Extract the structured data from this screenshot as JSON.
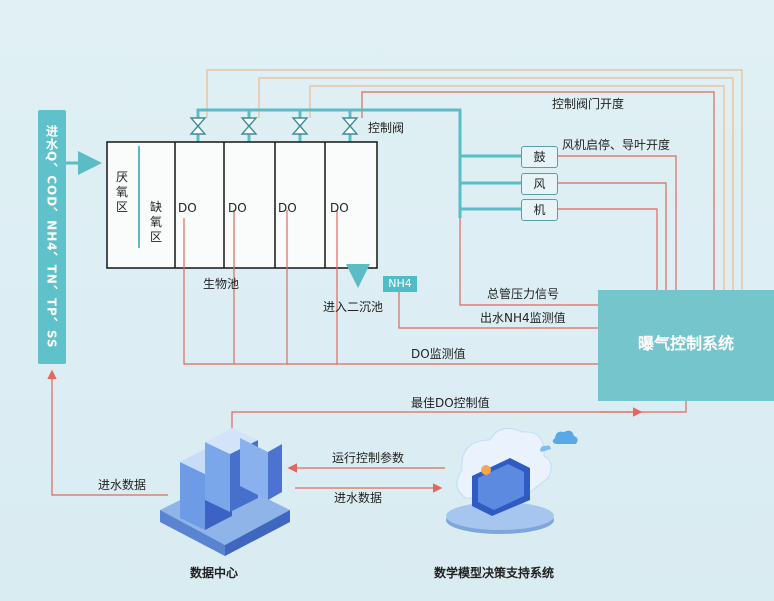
{
  "inflow_params": "进水Q、COD、NH4、TN、TP、SS",
  "zones": {
    "anaerobic": "厌氧区",
    "anoxic": "缺氧区",
    "do_cells": [
      "DO",
      "DO",
      "DO",
      "DO"
    ]
  },
  "labels": {
    "control_valve": "控制阀",
    "valve_opening": "控制阀门开度",
    "fan_start_stop": "风机启停、导叶开度",
    "blower_chars": [
      "鼓",
      "风",
      "机"
    ],
    "bio_tank": "生物池",
    "to_clarifier": "进入二沉池",
    "nh4_tag": "NH4",
    "main_pipe_pressure": "总管压力信号",
    "effluent_nh4": "出水NH4监测值",
    "do_monitor": "DO监测值",
    "best_do": "最佳DO控制值",
    "aeration_control_system": "曝气控制系统",
    "operation_params": "运行控制参数",
    "inflow_data_right": "进水数据",
    "inflow_data_left": "进水数据",
    "data_center": "数据中心",
    "decision_system": "数学模型决策支持系统"
  },
  "colors": {
    "pipe": "#5bbcc6",
    "signal_orange": "#f0b98a",
    "signal_red": "#e0685d",
    "accent": "#74c6cc"
  }
}
